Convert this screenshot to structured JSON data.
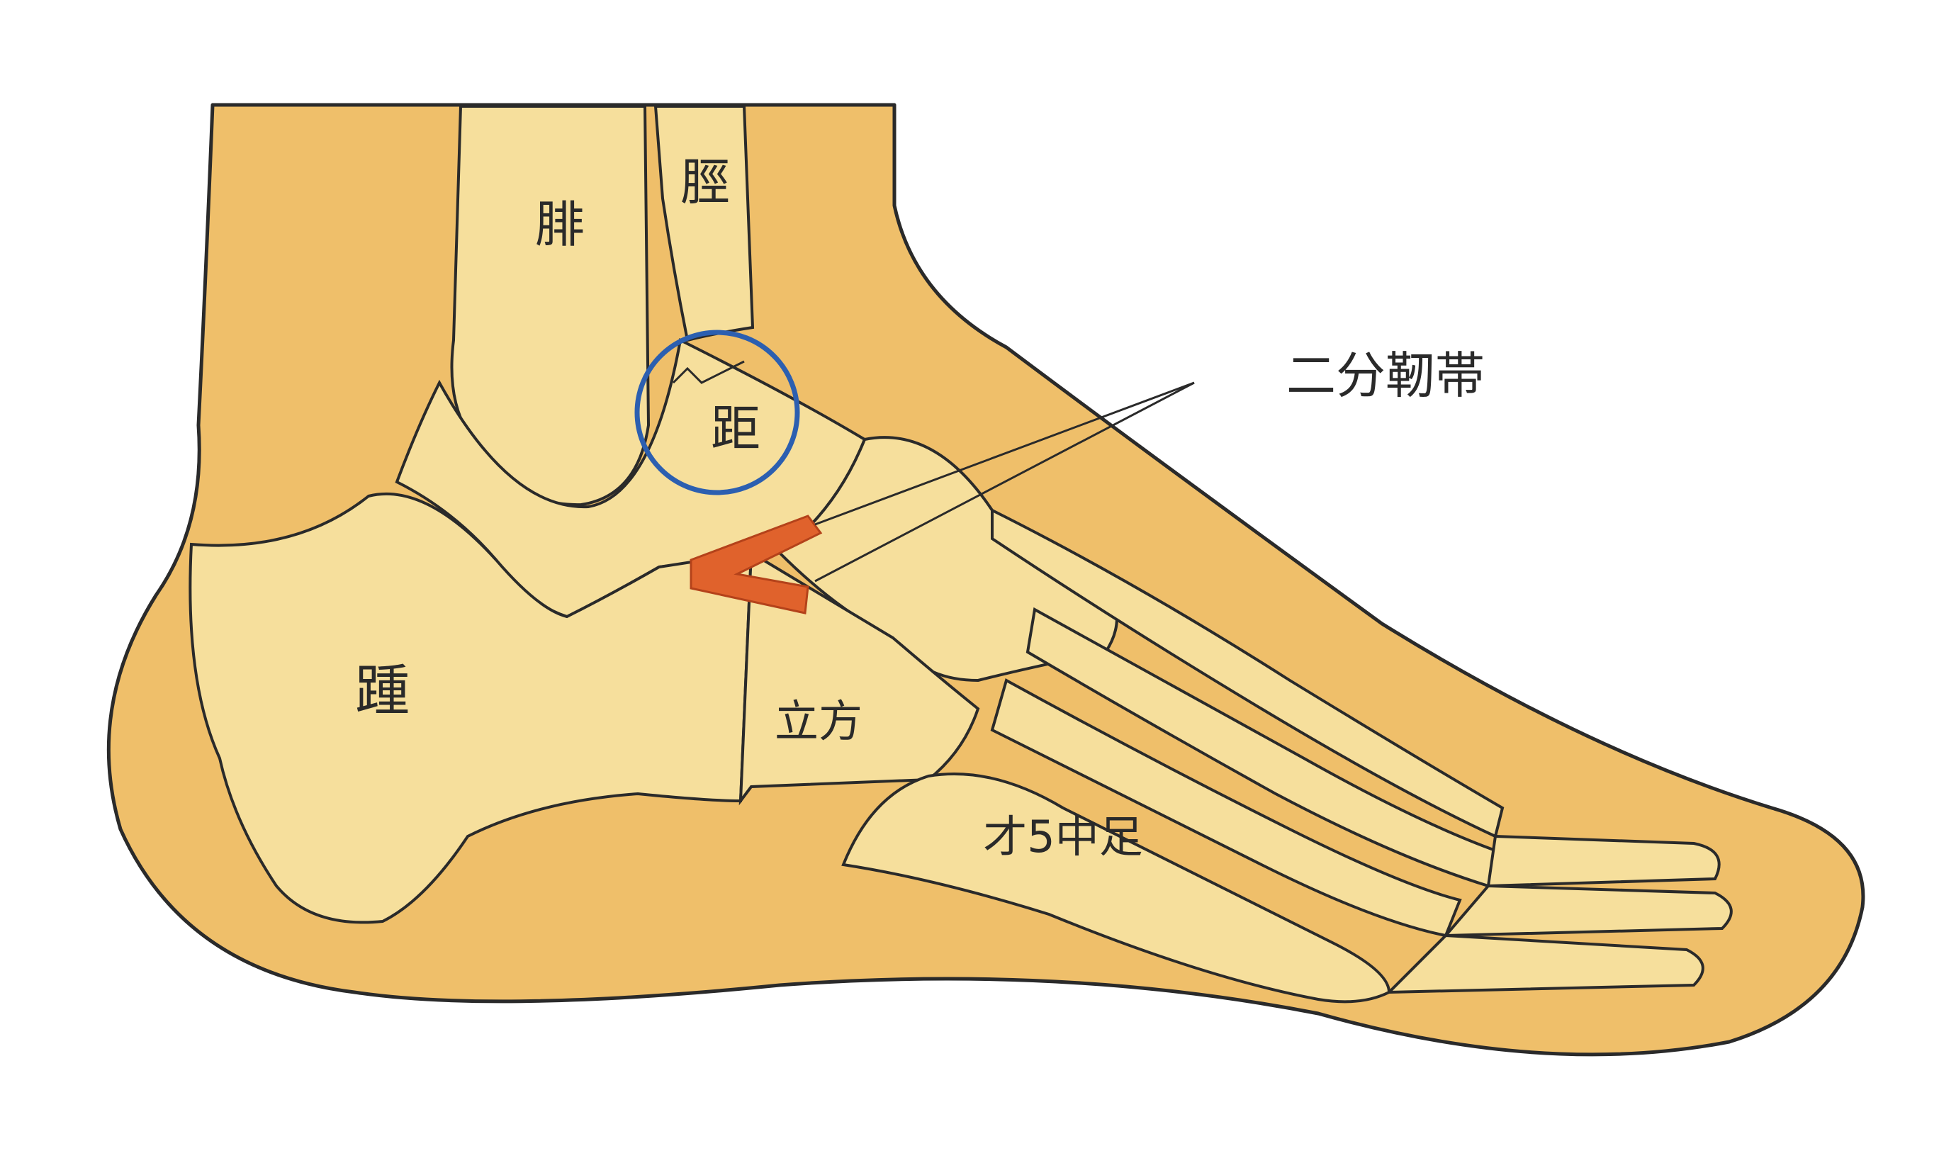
{
  "labels": {
    "fibula": "腓",
    "tibia": "脛",
    "talus": "距",
    "calcaneus": "踵",
    "cuboid": "立方",
    "fifth_metatarsal": "才5中足",
    "bifurcate_ligament": "二分靭帯"
  },
  "colors": {
    "skin": "#efbf6a",
    "bone": "#f6df9c",
    "outline": "#2a2a2a",
    "ligament": "#e0622c",
    "highlight_circle": "#2c5fb0",
    "background": "#ffffff"
  }
}
